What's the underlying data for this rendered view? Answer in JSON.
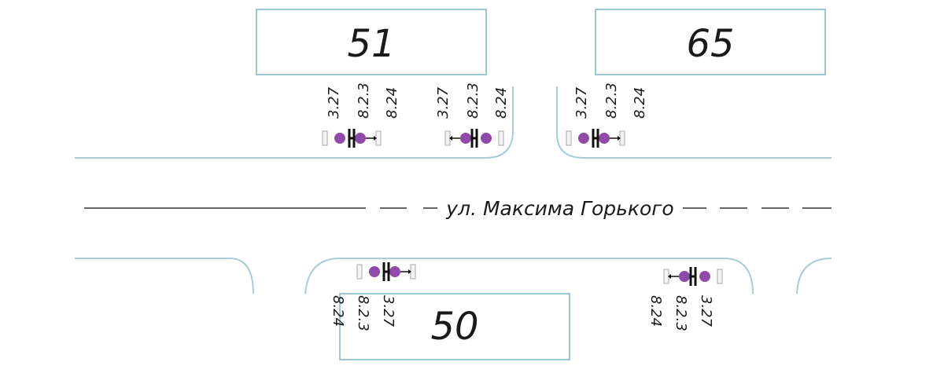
{
  "street_name": "ул. Максима Горького",
  "buildings": {
    "b51": "51",
    "b65": "65",
    "b50": "50"
  },
  "sign_labels": {
    "s1": "3.27",
    "s2": "8.2.3",
    "s3": "8.24"
  },
  "colors": {
    "road_edge": "#a8cdd8",
    "building_outline": "#9cc6d2",
    "stop_marker": "#8e4ba8"
  }
}
